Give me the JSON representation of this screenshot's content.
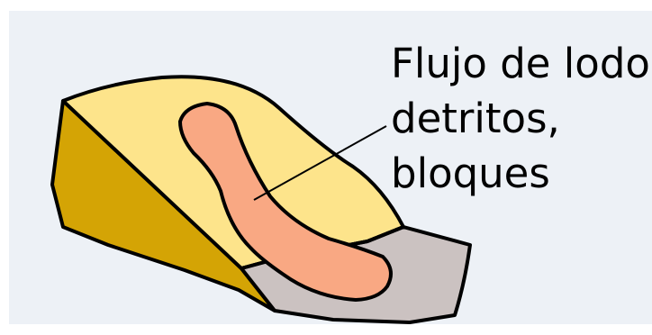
{
  "label_lines": [
    "Flujo de lodo,",
    "detritos,",
    "bloques"
  ],
  "colors": {
    "background": "#edf1f6",
    "slope_top": "#fde48b",
    "slope_face": "#d4a405",
    "runout_ground": "#cbc2c1",
    "flow_body": "#f9a883",
    "outline": "#000000"
  }
}
